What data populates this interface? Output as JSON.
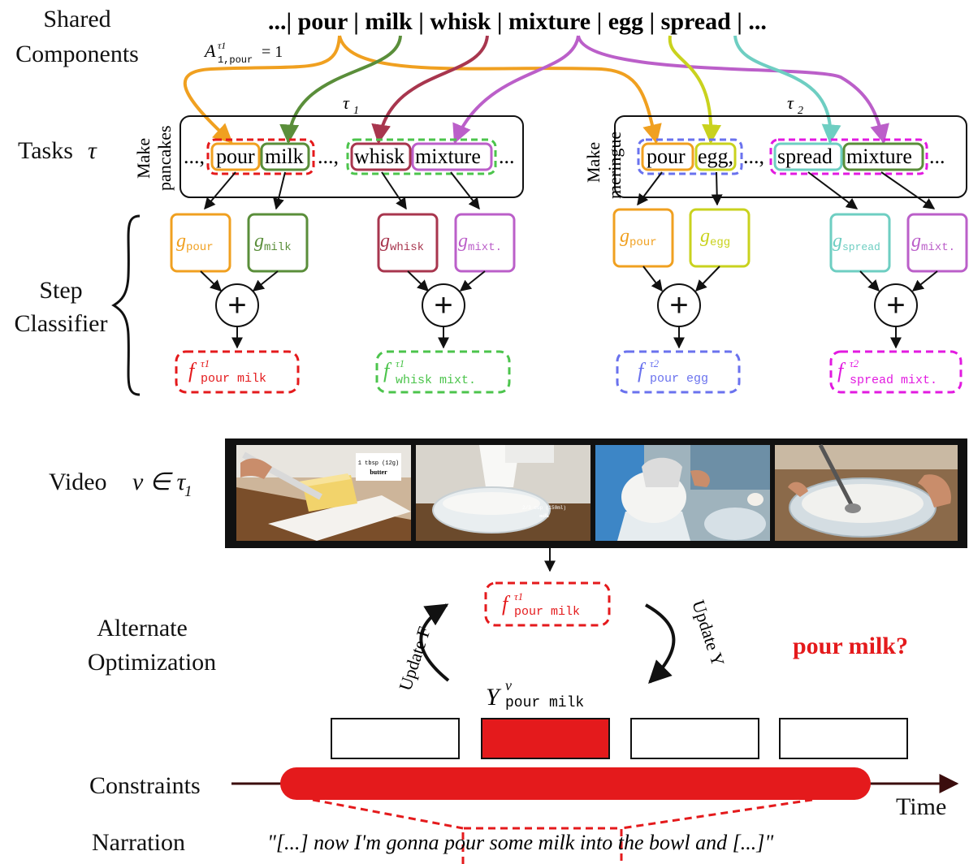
{
  "row_labels": {
    "shared_line1": "Shared",
    "shared_line2": "Components",
    "tasks": "Tasks",
    "tasks_symbol": "τ",
    "step_line1": "Step",
    "step_line2": "Classifier",
    "video": "Video",
    "video_expr": "v ∈ τ",
    "video_expr_sub": "1",
    "alt_line1": "Alternate",
    "alt_line2": "Optimization",
    "constraints": "Constraints",
    "narration": "Narration",
    "time": "Time"
  },
  "components": {
    "prefix": "...|",
    "items": [
      "pour",
      "milk",
      "whisk",
      "mixture",
      "egg",
      "spread"
    ],
    "sep": "|",
    "suffix": "| ...",
    "annotation": "A",
    "annotation_sup": "τ1",
    "annotation_sub": "1,pour",
    "annotation_eq": "= 1"
  },
  "task1": {
    "name_line1": "Make",
    "name_line2": "pancakes",
    "symbol": "τ",
    "symbol_sub": "1",
    "lead": "...,",
    "words": [
      "pour",
      "milk",
      "whisk",
      "mixture"
    ],
    "mid": "...,",
    "tail": "..."
  },
  "task2": {
    "name_line1": "Make",
    "name_line2": "meringue",
    "symbol": "τ",
    "symbol_sub": "2",
    "words": [
      "pour",
      "egg,",
      "spread",
      "mixture"
    ],
    "mid": "...,",
    "tail": "..."
  },
  "classifiers": {
    "g": "g",
    "subs": [
      "pour",
      "milk",
      "whisk",
      "mixt.",
      "pour",
      "egg",
      "spread",
      "mixt."
    ],
    "plus": "+"
  },
  "steps": {
    "f": "f",
    "sups": [
      "τ1",
      "τ1",
      "τ2",
      "τ2"
    ],
    "labels": [
      "pour milk",
      "whisk mixt.",
      "pour egg",
      "spread mixt."
    ]
  },
  "optimization": {
    "f_sup": "τ1",
    "f_label": "pour milk",
    "update_f": "Update F",
    "update_y": "Update Y",
    "y": "Y",
    "y_sup": "v",
    "y_label": "pour milk",
    "question": "pour milk?"
  },
  "video_frames": {
    "frame1_caption_line1": "1 tbsp (12g)",
    "frame1_caption_line2": "butter",
    "frame2_caption_line1": "2/3 cup (150ml)",
    "frame2_caption_line2": "milk"
  },
  "narration": {
    "before": "\"[...] now I'm gonna ",
    "highlight": "pour some milk",
    "after": " into the bowl and [...]\""
  },
  "colors": {
    "pour": "#f0a020",
    "milk": "#5a8e3a",
    "whisk": "#a8364e",
    "mixture": "#bb5fc9",
    "egg": "#c9d21e",
    "spread": "#6ecec2",
    "red": "#e41a1c",
    "green": "#4cc44c",
    "blue": "#6a72ee",
    "magenta": "#e21ae0"
  }
}
